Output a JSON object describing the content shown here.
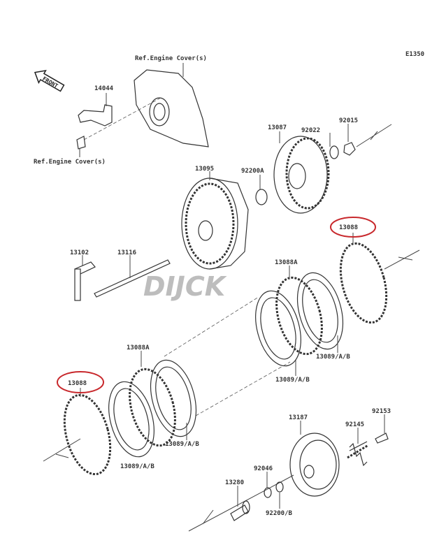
{
  "diagram_code": "E1350",
  "front_label": "FRONT",
  "watermark": "DIJCK",
  "highlight_color": "#c8282c",
  "labels": {
    "ref_engine_cover_top": "Ref.Engine Cover(s)",
    "ref_engine_cover_bottom": "Ref.Engine Cover(s)",
    "p14044": "14044",
    "p13087": "13087",
    "p92022": "92022",
    "p92015": "92015",
    "p13095": "13095",
    "p92200A": "92200A",
    "p13088_right": "13088",
    "p13102": "13102",
    "p13116": "13116",
    "p13088A_right": "13088A",
    "p13089_r1": "13089/A/B",
    "p13089_r2": "13089/A/B",
    "p13088A_left": "13088A",
    "p13088_left": "13088",
    "p13089_l1": "13089/A/B",
    "p13089_l2": "13089/A/B",
    "p13187": "13187",
    "p92145": "92145",
    "p92153": "92153",
    "p92046": "92046",
    "p13280": "13280",
    "p92200B": "92200/B"
  }
}
